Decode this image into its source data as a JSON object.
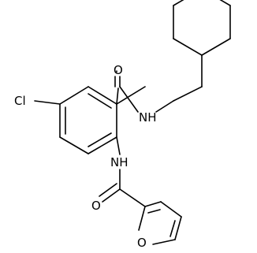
{
  "molecule": {
    "atom_labels": {
      "chlorine": "Cl",
      "amide_oxygen_top": "O",
      "amide_nitrogen_top": "NH",
      "amine_nitrogen": "NH",
      "furan_amide_oxygen": "O",
      "furan_oxygen": "O"
    }
  }
}
